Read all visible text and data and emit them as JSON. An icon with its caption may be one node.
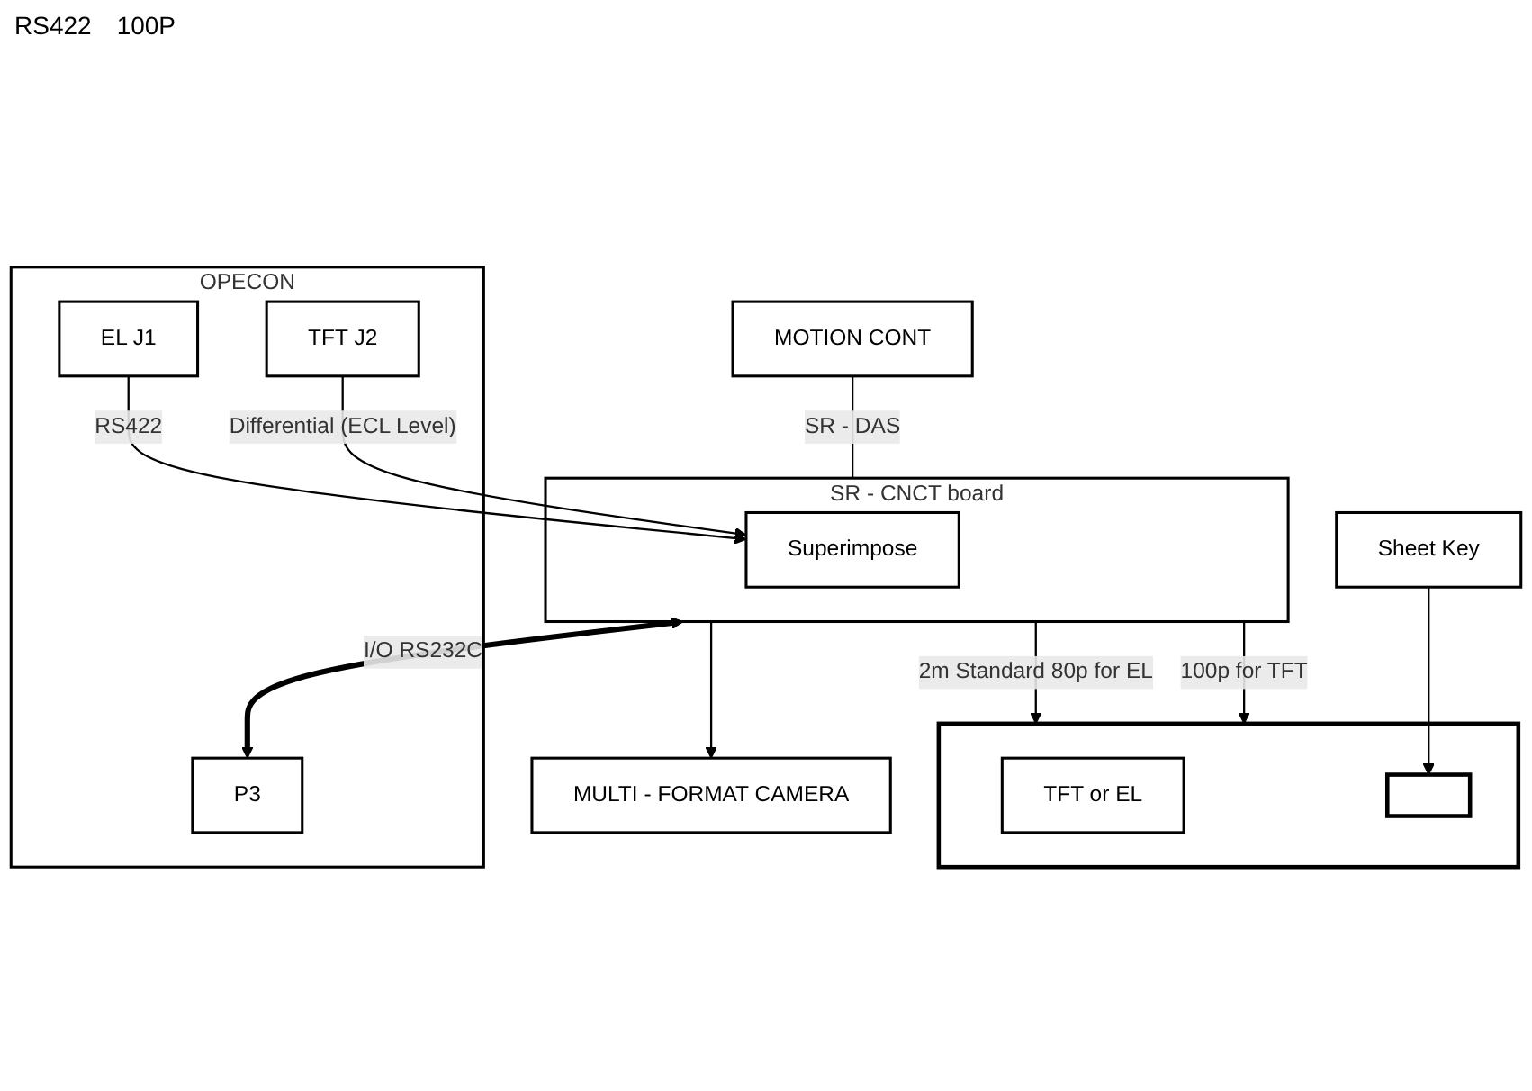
{
  "diagram": {
    "nodes": [
      {
        "text": [
          "SR - CNCT board"
        ]
      },
      {
        "text": [
          "Superimpose"
        ],
        "in": 0
      },
      {
        "text": [
          "MULTI - FORMAT CAMERA"
        ]
      },
      {
        "text": [
          "MOTION CONT"
        ]
      },
      {
        "text": [
          "OPECON"
        ]
      },
      {
        "text": [
          "P3"
        ],
        "in": 4
      },
      {
        "text": [
          "EL J1"
        ],
        "in": 4
      },
      {
        "text": [
          "TFT J2"
        ],
        "in": 4
      },
      {
        "text": [],
        "shape": "box"
      },
      {
        "text": [
          "TFT or EL"
        ],
        "in": 8
      },
      {
        "text": [],
        "shape": "bar",
        "in": 8
      },
      {
        "text": [
          "Sheet Key"
        ]
      }
    ],
    "edges": [
      {
        "from": 0,
        "to": 2,
        "arrow": "to"
      },
      {
        "from": 3,
        "to": 0,
        "arrow": "none",
        "label": "SR - DAS"
      },
      {
        "from": 0,
        "to": 8,
        "arrow": "to",
        "label": "2m Standard 80p for EL"
      },
      {
        "from": 0,
        "to": 8,
        "arrow": "to",
        "label": "100p for TFT"
      },
      {
        "from": 0,
        "to": 5,
        "arrow": "both",
        "style": "thick",
        "label": "I/O RS232C"
      },
      {
        "from": 6,
        "to": 1,
        "arrow": "to",
        "label": "RS422"
      },
      {
        "from": 7,
        "to": 1,
        "arrow": "to",
        "label": "Differential (ECL Level)"
      },
      {
        "from": 11,
        "to": 10,
        "arrow": "to"
      }
    ],
    "labels": [
      "RS422",
      "100P"
    ]
  }
}
